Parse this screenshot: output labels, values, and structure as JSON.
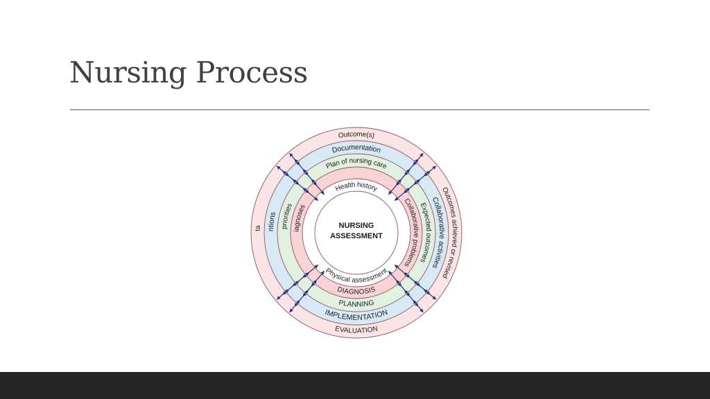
{
  "slide": {
    "title": "Nursing Process"
  },
  "diagram": {
    "center": [
      "NURSING",
      "ASSESSMENT"
    ],
    "rings": [
      {
        "key": "evaluation",
        "fill": "#fbe4e6",
        "top": "Outcome(s)",
        "left": "Data",
        "right": "Outcomes achieved or revised",
        "bottom": "EVALUATION"
      },
      {
        "key": "implementation",
        "fill": "#d7e9f5",
        "top": "Documentation",
        "left": "Interventions",
        "right": "Collaborative activities",
        "bottom": "IMPLEMENTATION"
      },
      {
        "key": "planning",
        "fill": "#e1f0e0",
        "top": "Plan of nursing care",
        "left": "Goals and priorities",
        "right": "Expected outcomes",
        "bottom": "PLANNING"
      },
      {
        "key": "diagnosis",
        "fill": "#f7d3d6",
        "top": "",
        "left": "Nursing diagnoses",
        "right": "Collaborative problems",
        "bottom": "DIAGNOSIS"
      },
      {
        "key": "assessment",
        "fill": "#ffffff",
        "top": "Health history",
        "left": "",
        "right": "",
        "bottom": "Physical assessment"
      }
    ],
    "colors": {
      "ring_stroke": "#8a5560",
      "arrow": "#2b2c7a"
    }
  }
}
